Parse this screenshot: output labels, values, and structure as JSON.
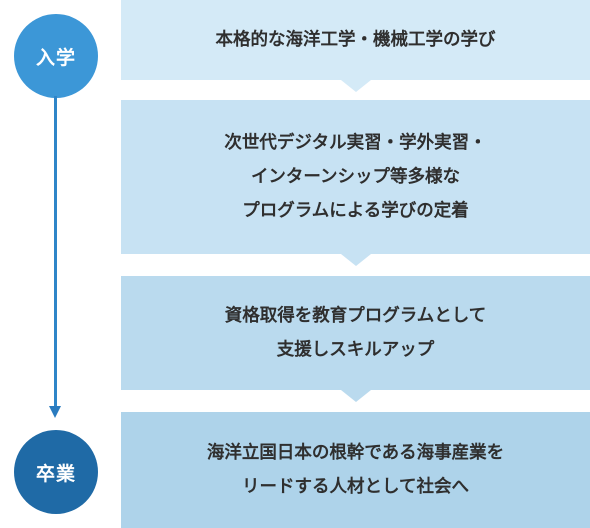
{
  "stages": {
    "start_label": "入学",
    "end_label": "卒業"
  },
  "steps": [
    {
      "text": "本格的な海洋工学・機械工学の学び"
    },
    {
      "text": "次世代デジタル実習・学外実習・\nインターンシップ等多様な\nプログラムによる学びの定着"
    },
    {
      "text": "資格取得を教育プログラムとして\n支援しスキルアップ"
    },
    {
      "text": "海洋立国日本の根幹である海事産業を\nリードする人材として社会へ"
    }
  ],
  "colors": {
    "start_circle": "#3c97d7",
    "end_circle": "#1f6aa6",
    "timeline": "#2f85c8",
    "step_backgrounds": [
      "#d4eaf7",
      "#c7e2f3",
      "#badaee",
      "#aed3ea"
    ]
  }
}
